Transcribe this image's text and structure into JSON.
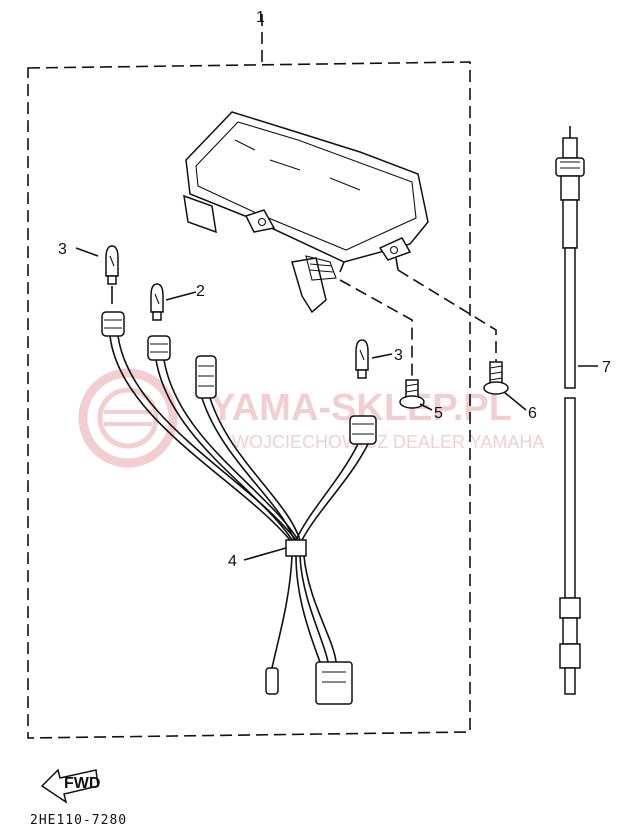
{
  "callouts": {
    "c1": "1",
    "c2": "2",
    "c3a": "3",
    "c3b": "3",
    "c4": "4",
    "c5": "5",
    "c6": "6",
    "c7": "7"
  },
  "watermark": {
    "line1": "YAMA-SKLEP.PL",
    "line2": "WOJCIECHOWICZ DEALER YAMAHA"
  },
  "fwd_label": "FWD",
  "diagram_code": "2HE110-7280",
  "colors": {
    "ink": "#111111",
    "watermark": "#e9a7ab"
  }
}
